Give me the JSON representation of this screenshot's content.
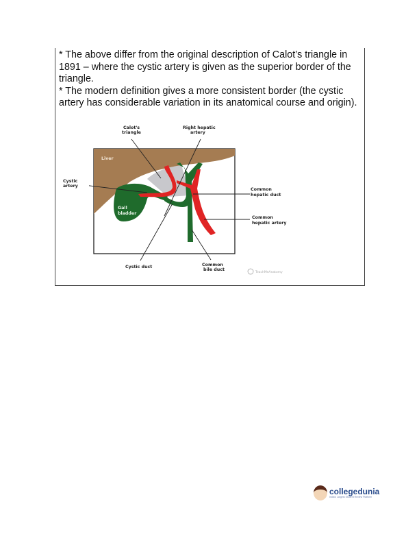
{
  "paragraphs": [
    "* The above differ from the original description of Calot’s triangle in 1891 – where the cystic artery is given as the superior border of the triangle.",
    "* The modern definition gives a more consistent border (the cystic artery has considerable variation in its anatomical course and origin)."
  ],
  "diagram": {
    "labels": {
      "calots_triangle": [
        "Calot's",
        "triangle"
      ],
      "right_hepatic_artery": [
        "Right hepatic",
        "artery"
      ],
      "liver": "Liver",
      "cystic_artery": [
        "Cystic",
        "artery"
      ],
      "gall_bladder": [
        "Gall",
        "bladder"
      ],
      "common_hepatic_duct": [
        "Common",
        "hepatic duct"
      ],
      "common_hepatic_artery": [
        "Common",
        "hepatic artery"
      ],
      "cystic_duct": "Cystic duct",
      "common_bile_duct": [
        "Common",
        "bile duct"
      ],
      "credit": "TeachMeAnatomy"
    },
    "colors": {
      "liver": "#a57c52",
      "duct": "#1f6b2c",
      "artery": "#e02424",
      "triangle": "#c8c8cc"
    }
  },
  "logo": {
    "name": "collegedunia",
    "tagline": "India's Largest Student Review Platform"
  }
}
